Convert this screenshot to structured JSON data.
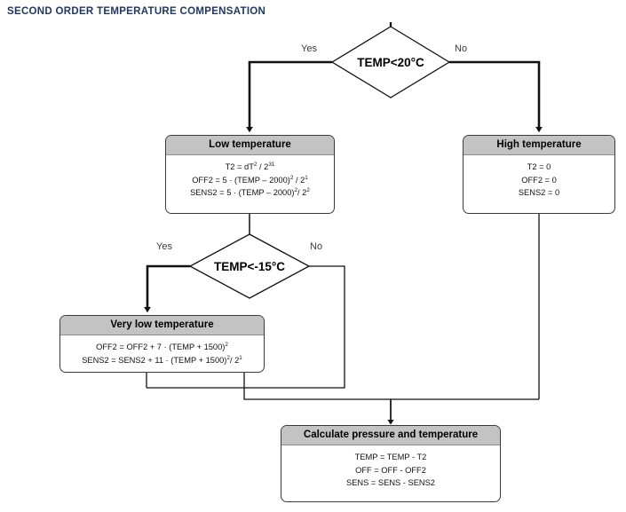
{
  "title": "SECOND ORDER TEMPERATURE COMPENSATION",
  "colors": {
    "title": "#1F3864",
    "header_fill": "#c3c3c3",
    "box_border": "#3a3a3a",
    "line": "#1a1a1a"
  },
  "decisions": [
    {
      "id": "temp-lt-20",
      "label": "TEMP<20°C",
      "yes_label": "Yes",
      "no_label": "No"
    },
    {
      "id": "temp-lt-minus15",
      "label": "TEMP<-15°C",
      "yes_label": "Yes",
      "no_label": "No"
    }
  ],
  "boxes": {
    "low_temperature": {
      "header": "Low temperature",
      "lines": [
        "T2 = dT<sup>2</sup> / 2<sup>31</sup>",
        "OFF2 = 5 · (TEMP – 2000)<sup>2</sup> / 2<sup>1</sup>",
        "SENS2 = 5 · (TEMP – 2000)<sup>2</sup>/ 2<sup>2</sup>"
      ]
    },
    "high_temperature": {
      "header": "High temperature",
      "lines": [
        "T2 = 0",
        "OFF2 = 0",
        "SENS2 = 0"
      ]
    },
    "very_low_temperature": {
      "header": "Very low temperature",
      "lines": [
        "OFF2 = OFF2 + 7 · (TEMP + 1500)<sup>2</sup>",
        "SENS2 = SENS2 + 11 · (TEMP + 1500)<sup>2</sup>/ 2<sup>1</sup>"
      ]
    },
    "calculate": {
      "header": "Calculate pressure and temperature",
      "lines": [
        "TEMP = TEMP - T2",
        "OFF = OFF - OFF2",
        "SENS = SENS - SENS2"
      ]
    }
  }
}
